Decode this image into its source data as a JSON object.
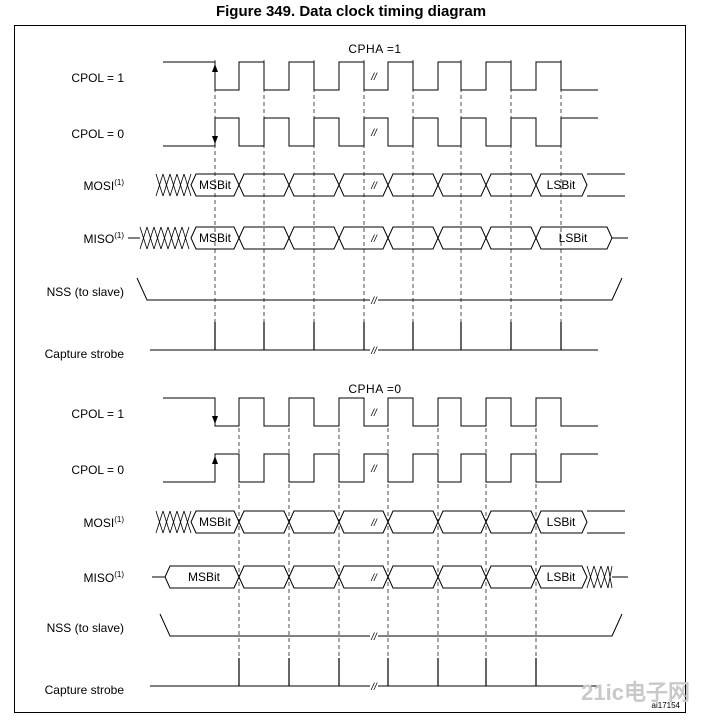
{
  "figure": {
    "title": "Figure 349. Data clock timing diagram"
  },
  "sections": [
    {
      "phase": "CPHA =1",
      "rows": [
        {
          "label": "CPOL = 1"
        },
        {
          "label": "CPOL = 0"
        },
        {
          "label": "MOSI",
          "sup": "(1)",
          "first_bit": "MSBit",
          "last_bit": "LSBit"
        },
        {
          "label": "MISO",
          "sup": "(1)",
          "first_bit": "MSBit",
          "last_bit": "LSBit"
        },
        {
          "label": "NSS (to slave)"
        },
        {
          "label": "Capture strobe"
        }
      ]
    },
    {
      "phase": "CPHA =0",
      "rows": [
        {
          "label": "CPOL = 1"
        },
        {
          "label": "CPOL = 0"
        },
        {
          "label": "MOSI",
          "sup": "(1)",
          "first_bit": "MSBit",
          "last_bit": "LSBit"
        },
        {
          "label": "MISO",
          "sup": "(1)",
          "first_bit": "MSBit",
          "last_bit": "LSBit"
        },
        {
          "label": "NSS (to slave)"
        },
        {
          "label": "Capture strobe"
        }
      ]
    }
  ],
  "figure_ref": "ai17154",
  "watermark": "21ic电子网"
}
